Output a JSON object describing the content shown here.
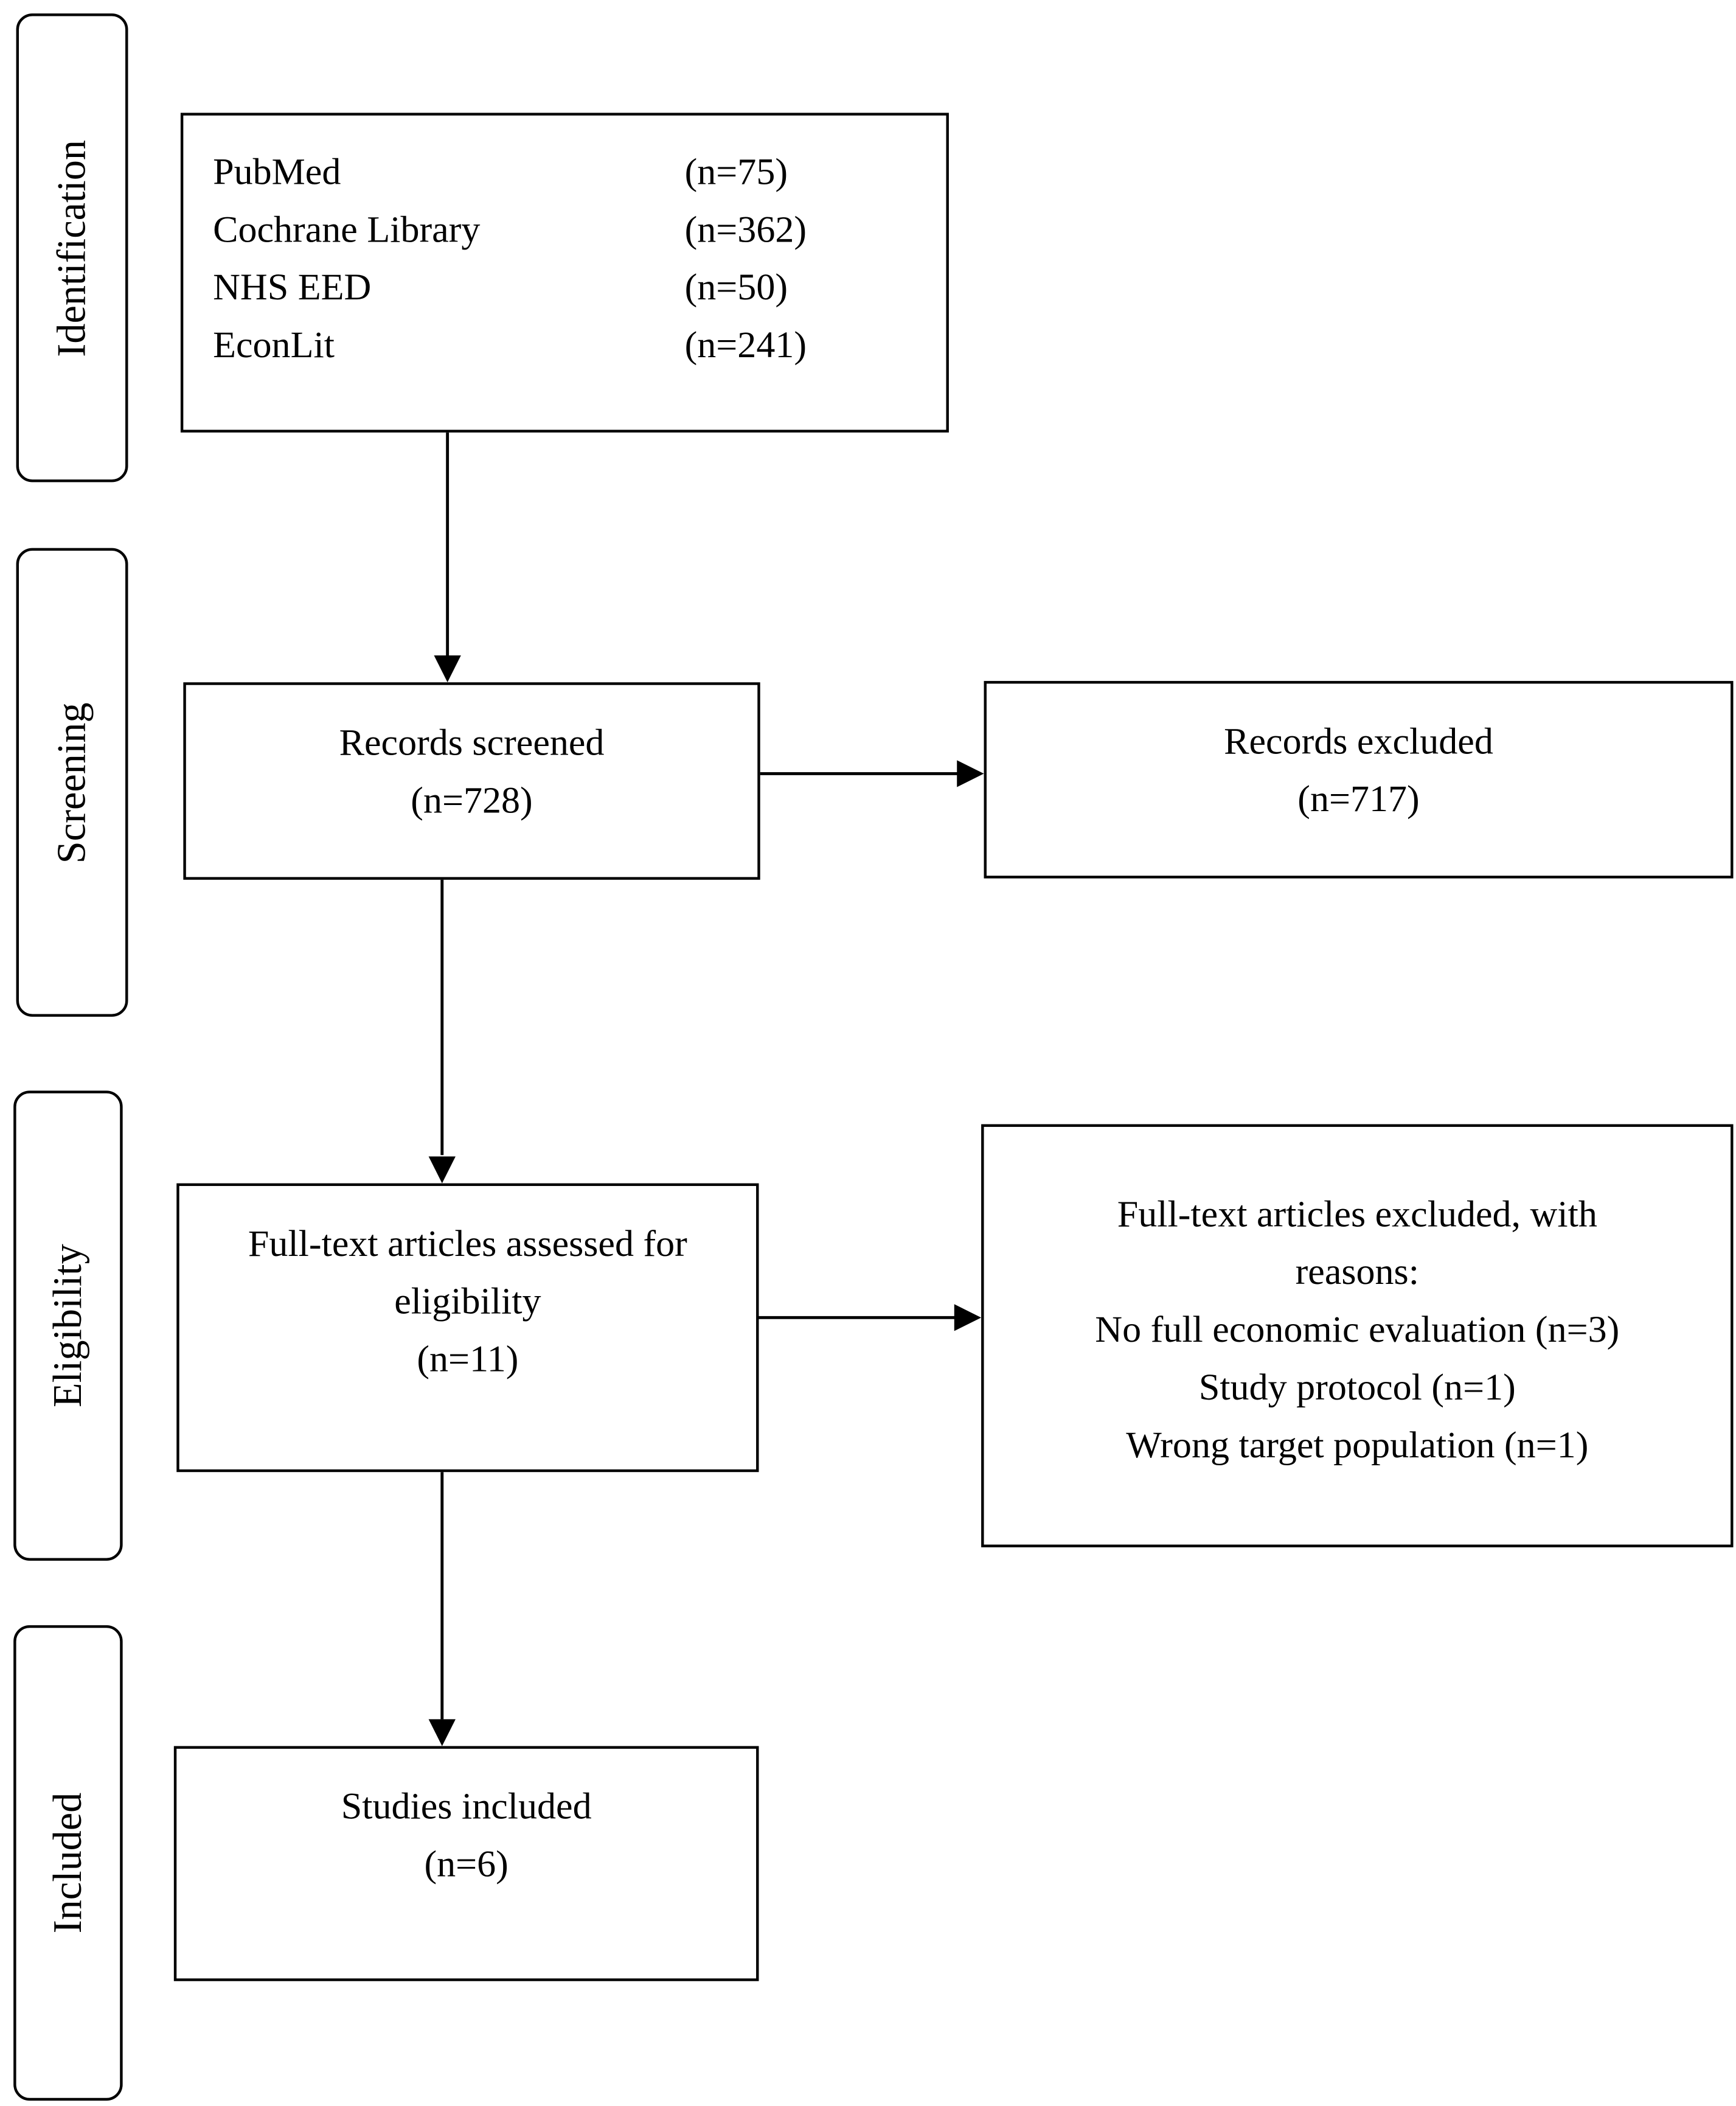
{
  "phases": {
    "identification": "Identification",
    "screening": "Screening",
    "eligibility": "Eligibility",
    "included": "Included"
  },
  "identification": {
    "databases": [
      {
        "name": "PubMed",
        "count": "(n=75)"
      },
      {
        "name": "Cochrane Library",
        "count": "(n=362)"
      },
      {
        "name": "NHS EED",
        "count": "(n=50)"
      },
      {
        "name": "EconLit",
        "count": "(n=241)"
      }
    ]
  },
  "screened": {
    "label": "Records screened",
    "count": "(n=728)"
  },
  "excluded": {
    "label": "Records excluded",
    "count": "(n=717)"
  },
  "assessed": {
    "line1": "Full-text articles assessed for",
    "line2": "eligibility",
    "count": "(n=11)"
  },
  "fulltext_excluded": {
    "line1": "Full-text articles excluded, with",
    "line2": "reasons:",
    "reasons": [
      "No full economic evaluation (n=3)",
      "Study protocol (n=1)",
      "Wrong target population (n=1)"
    ]
  },
  "included": {
    "label": "Studies included",
    "count": "(n=6)"
  }
}
